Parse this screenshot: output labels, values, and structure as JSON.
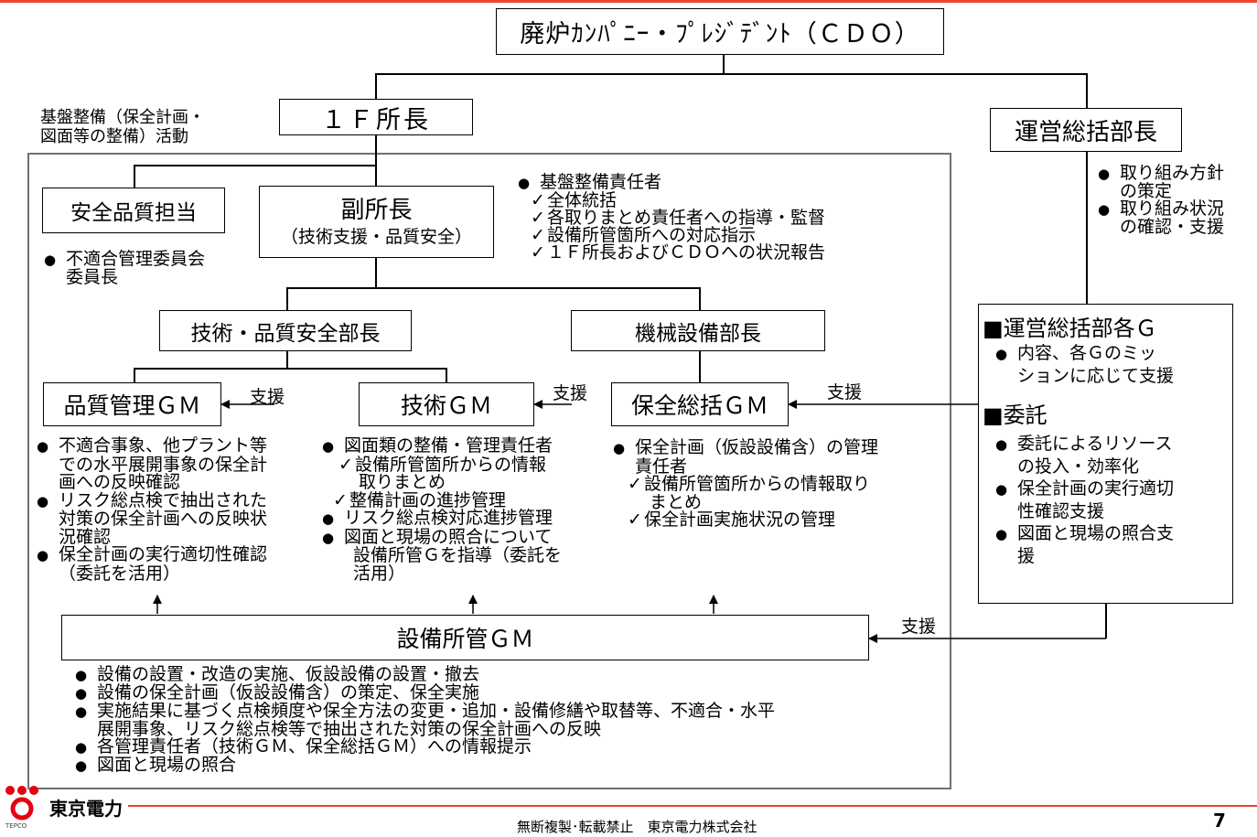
{
  "colors": {
    "accent": "#e8452c",
    "logo": "#e60012",
    "frame": "#707070"
  },
  "boxes": {
    "cdo": "廃炉ｶﾝﾊﾟﾆｰ・ﾌﾟﾚｼﾞﾃﾞﾝﾄ（ＣＤＯ）",
    "site_chief": "１Ｆ所長",
    "ops_chief": "運営総括部長",
    "safety_quality": "安全品質担当",
    "deputy_title": "副所長",
    "deputy_sub": "（技術支援・品質安全）",
    "tech_qs_chief": "技術・品質安全部長",
    "mech_chief": "機械設備部長",
    "quality_gm": "品質管理ＧＭ",
    "tech_gm": "技術ＧＭ",
    "maint_gm": "保全総括ＧＭ",
    "facility_gm": "設備所管ＧＭ"
  },
  "labels": {
    "infra_activity": [
      "基盤整備（保全計画・",
      "図面等の整備）活動"
    ],
    "support": "支援"
  },
  "lists": {
    "deputy": [
      "基盤整備責任者",
      "全体統括",
      "各取りまとめ責任者への指導・監督",
      "設備所管箇所への対応指示",
      "１Ｆ所長およびＣＤＯへの状況報告"
    ],
    "ops_chief": [
      "取り組み方針",
      "の策定",
      "取り組み状況",
      "の確認・支援"
    ],
    "safety_quality": [
      "不適合管理委員会",
      "委員長"
    ],
    "ops_groups": {
      "title1": "■運営総括部各Ｇ",
      "item1": [
        "内容、各Ｇのミッ",
        "ションに応じて支援"
      ],
      "title2": "■委託",
      "item2": [
        "委託によるリソース",
        "の投入・効率化"
      ],
      "item3": [
        "保全計画の実行適切",
        "性確認支援"
      ],
      "item4": [
        "図面と現場の照合支",
        "援"
      ]
    },
    "quality_gm": [
      "不適合事象、他プラント等",
      "での水平展開事象の保全計",
      "画への反映確認",
      "リスク総点検で抽出された",
      "対策の保全計画への反映状",
      "況確認",
      "保全計画の実行適切性確認",
      "（委託を活用）"
    ],
    "tech_gm": [
      "図面類の整備・管理責任者",
      "設備所管箇所からの情報",
      "取りまとめ",
      "整備計画の進捗管理",
      "リスク総点検対応進捗管理",
      "図面と現場の照合について",
      "設備所管Ｇを指導（委託を",
      "活用）"
    ],
    "maint_gm": [
      "保全計画（仮設設備含）の管理",
      "責任者",
      "設備所管箇所からの情報取り",
      "まとめ",
      "保全計画実施状況の管理"
    ],
    "facility_gm": [
      "設備の設置・改造の実施、仮設設備の設置・撤去",
      "設備の保全計画（仮設設備含）の策定、保全実施",
      "実施結果に基づく点検頻度や保全方法の変更・追加・設備修繕や取替等、不適合・水平",
      "展開事象、リスク総点検等で抽出された対策の保全計画への反映",
      "各管理責任者（技術ＧＭ、保全総括ＧＭ）への情報提示",
      "図面と現場の照合"
    ]
  },
  "footer": {
    "company": "東京電力",
    "tepco": "TEPCO",
    "copyright": "無断複製･転載禁止　東京電力株式会社",
    "page": "7"
  }
}
